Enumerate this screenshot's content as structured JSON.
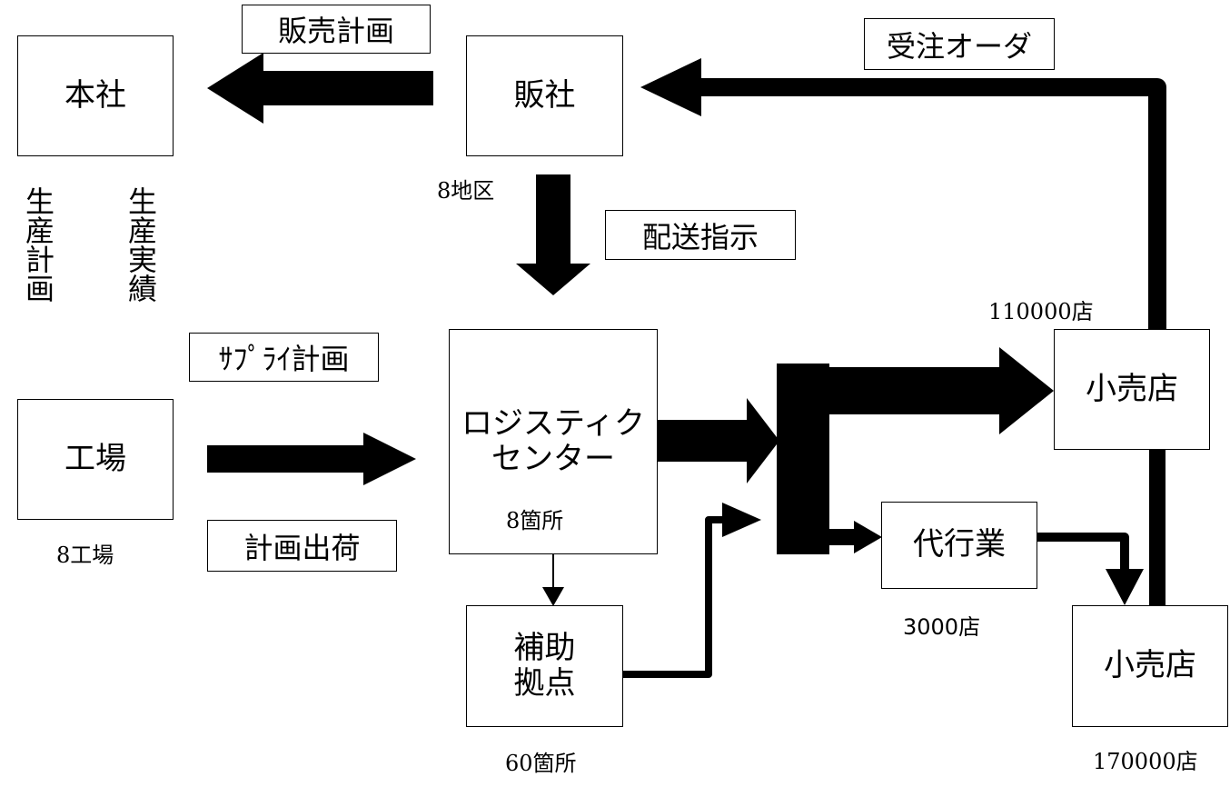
{
  "nodes": {
    "honsha": "本社",
    "hansha": "販社",
    "kojo": "工場",
    "logistics_line1": "ロジスティク",
    "logistics_line2": "センター",
    "hojo_line1": "補助",
    "hojo_line2": "拠点",
    "kouriten_upper": "小売店",
    "dairigyo": "代行業",
    "kouriten_lower": "小売店"
  },
  "labels": {
    "hanbai_keikaku": "販売計画",
    "juchu_order": "受注オーダ",
    "haisou_shiji": "配送指示",
    "supply_keikaku": "ｻﾌﾟﾗｲ計画",
    "keikaku_shukka": "計画出荷"
  },
  "notes": {
    "hansha_count": "8地区",
    "kojo_count": "8工場",
    "logistics_count": "8箇所",
    "hojo_count": "60箇所",
    "kouriten_upper_count": "110000店",
    "dairigyo_count": "3000店",
    "kouriten_lower_count": "170000店"
  },
  "vertical": {
    "seisan_keikaku": "生\n産\n計\n画",
    "seisan_jisseki": "生\n産\n実\n績"
  }
}
